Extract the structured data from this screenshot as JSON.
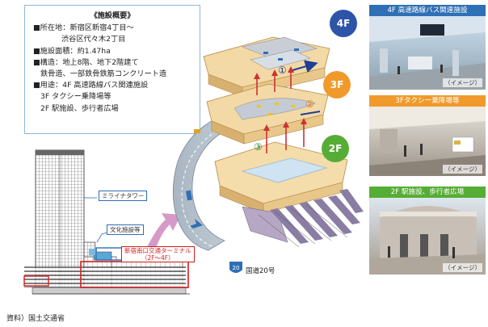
{
  "info": {
    "title": "《施設概要》",
    "location_label": "■所在地：",
    "location_1": "新宿区新宿4丁目～",
    "location_2": "渋谷区代々木2丁目",
    "area": "■施設面積：約1.47ha",
    "structure_1": "■構造：地上8階、地下2階建て",
    "structure_2": "鉄骨造、一部鉄骨鉄筋コンクリート造",
    "use_1": "■用途：4F 高速路線バス関連施設",
    "use_2": "3F タクシー乗降場等",
    "use_3": "2F 駅施設、歩行者広場"
  },
  "floors": {
    "f4": "4F",
    "f3": "3F",
    "f2": "2F"
  },
  "floor_colors": {
    "f4": "#2e54a8",
    "f3": "#f19a2c",
    "f2": "#56ad35"
  },
  "markers": {
    "m1": "①",
    "m2": "②",
    "m3": "③"
  },
  "elevation": {
    "tower": "ミライナタワー",
    "culture": "文化施設等",
    "terminal_1": "新宿南口交通ターミナル",
    "terminal_2": "（2F～4F）"
  },
  "route": {
    "number": "20",
    "label": "国道20号"
  },
  "photos": [
    {
      "header": "4F 高速路線バス関連施設",
      "caption": "（イメージ）",
      "color": "#2f6fb5"
    },
    {
      "header": "3Fタクシー乗降場等",
      "caption": "（イメージ）",
      "color": "#f19a2c"
    },
    {
      "header": "2F 駅施設、歩行者広場",
      "caption": "（イメージ）",
      "color": "#56ad35"
    }
  ],
  "source": "資料）国土交通省"
}
